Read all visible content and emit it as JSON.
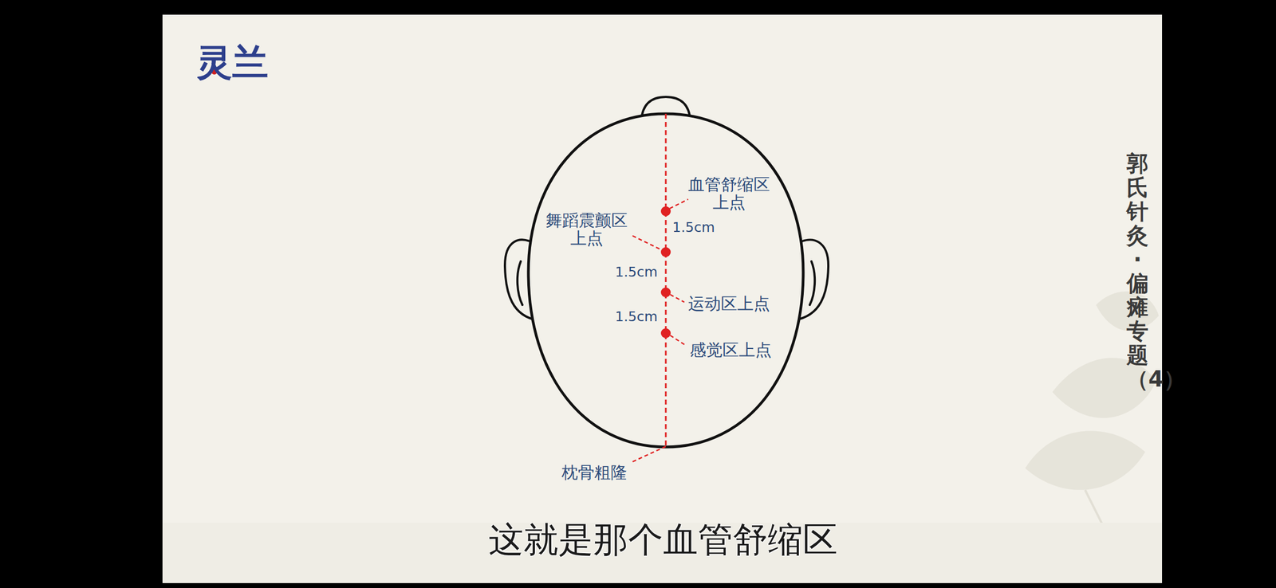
{
  "diagram": {
    "title": "郭氏针灸·偏瘫专题（4）",
    "caption": "这就是那个血管舒缩区",
    "labels": [
      "灵兰",
      "血管舒缩区 上点",
      "1.5cm",
      "舞蹈震颤区 上点",
      "1.5cm",
      "运动区上点",
      "1.5cm",
      "感觉区上点",
      "枕骨粗隆"
    ]
  }
}
